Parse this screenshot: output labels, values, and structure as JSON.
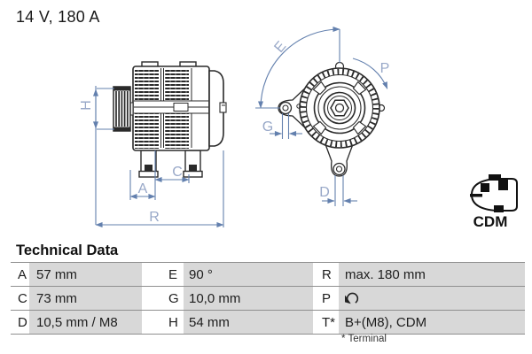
{
  "header": {
    "rating": "14 V, 180 A"
  },
  "diagram": {
    "labels": {
      "H": "H",
      "A": "A",
      "C": "C",
      "R": "R",
      "E": "E",
      "G": "G",
      "P": "P",
      "D": "D"
    },
    "connector_label": "CDM",
    "rotation_icon": "rotation-clockwise"
  },
  "technical_data": {
    "title": "Technical Data",
    "rows": [
      {
        "cells": [
          {
            "key": "A",
            "value": "57 mm"
          },
          {
            "key": "E",
            "value": "90 °"
          },
          {
            "key": "R",
            "value": "max. 180 mm"
          }
        ]
      },
      {
        "cells": [
          {
            "key": "C",
            "value": "73 mm"
          },
          {
            "key": "G",
            "value": "10,0 mm"
          },
          {
            "key": "P",
            "value": "",
            "icon": "rotation-clockwise"
          }
        ]
      },
      {
        "cells": [
          {
            "key": "D",
            "value": "10,5 mm / M8"
          },
          {
            "key": "H",
            "value": "54 mm"
          },
          {
            "key": "T*",
            "value": "B+(M8), CDM"
          }
        ]
      }
    ],
    "footnote": "* Terminal"
  },
  "colors": {
    "dimension_line": "#6380ae",
    "dimension_label": "#98a8c8",
    "drawing_stroke": "#2a2a2a",
    "table_value_bg": "#d8d8d8",
    "table_rule": "#8f8f8f"
  }
}
